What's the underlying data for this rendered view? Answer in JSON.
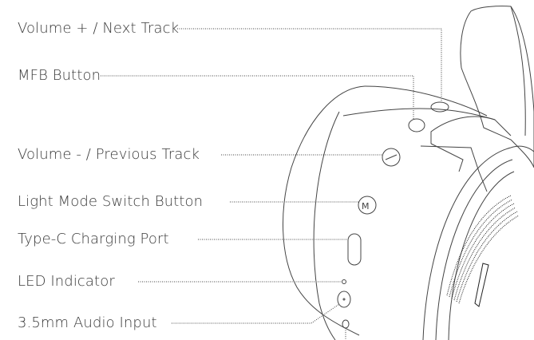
{
  "labels": {
    "volume_up": "Volume + / Next Track",
    "mfb": "MFB Button",
    "volume_down": "Volume - / Previous Track",
    "light_mode": "Light Mode Switch Button",
    "type_c": "Type-C Charging Port",
    "led": "LED Indicator",
    "audio_input": "3.5mm Audio Input"
  },
  "button_glyphs": {
    "light_mode": "M"
  },
  "colors": {
    "line": "#444444",
    "text": "#3a3a3a"
  }
}
